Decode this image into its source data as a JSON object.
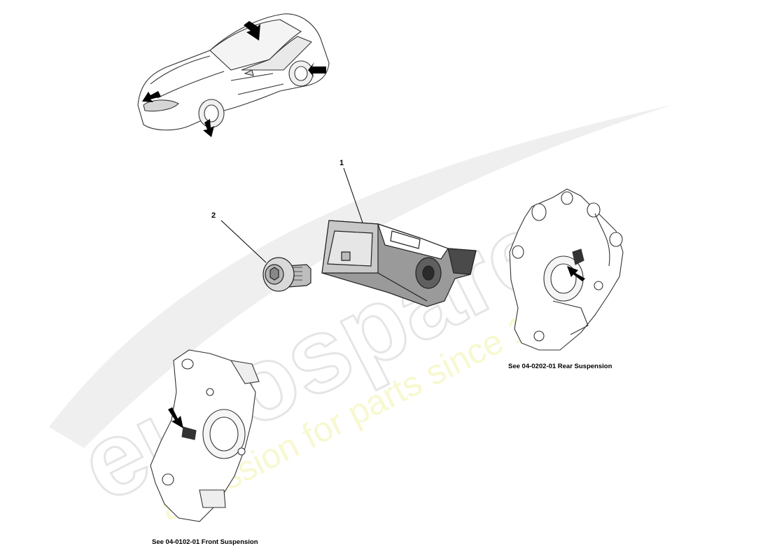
{
  "watermark": {
    "brand": "eurospares",
    "tagline": "a passion for parts since 1985"
  },
  "callouts": {
    "part_1": "1",
    "part_2": "2"
  },
  "captions": {
    "rear": "See 04-0202-01 Rear Suspension",
    "front": "See 04-0102-01 Front Suspension"
  }
}
